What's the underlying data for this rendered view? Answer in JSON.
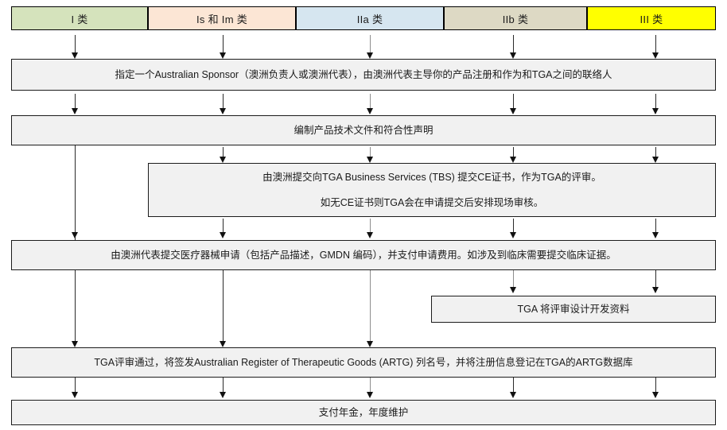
{
  "header": {
    "columns": [
      {
        "label": "I 类",
        "color": "#d5e3bc"
      },
      {
        "label": "Is 和 Im 类",
        "color": "#fce6d5"
      },
      {
        "label": "IIa 类",
        "color": "#d6e6f0"
      },
      {
        "label": "IIb 类",
        "color": "#ddd9c4"
      },
      {
        "label": "III 类",
        "color": "#ffff00"
      }
    ]
  },
  "steps": [
    {
      "id": "step-sponsor",
      "lines": [
        "指定一个Australian Sponsor（澳洲负责人或澳洲代表），由澳洲代表主导你的产品注册和作为和TGA之间的联络人"
      ]
    },
    {
      "id": "step-technical-file",
      "lines": [
        "编制产品技术文件和符合性声明"
      ]
    },
    {
      "id": "step-ce-certificate",
      "lines": [
        "由澳洲提交向TGA Business Services (TBS) 提交CE证书，作为TGA的评审。",
        "如无CE证书则TGA会在申请提交后安排现场审核。"
      ]
    },
    {
      "id": "step-device-application",
      "lines": [
        "由澳洲代表提交医疗器械申请（包括产品描述，GMDN 编码），并支付申请费用。如涉及到临床需要提交临床证据。"
      ]
    },
    {
      "id": "step-design-review",
      "lines": [
        "TGA 将评审设计开发资料"
      ]
    },
    {
      "id": "step-artg-listing",
      "lines": [
        "TGA评审通过，将签发Australian Register of Therapeutic Goods (ARTG) 列名号，并将注册信息登记在TGA的ARTG数据库"
      ]
    },
    {
      "id": "step-annual-fee",
      "lines": [
        "支付年金，年度维护"
      ]
    }
  ],
  "colors": {
    "box_fill": "#f1f1f1",
    "box_border": "#1c1c1c",
    "connector": "#2a2a2a"
  }
}
